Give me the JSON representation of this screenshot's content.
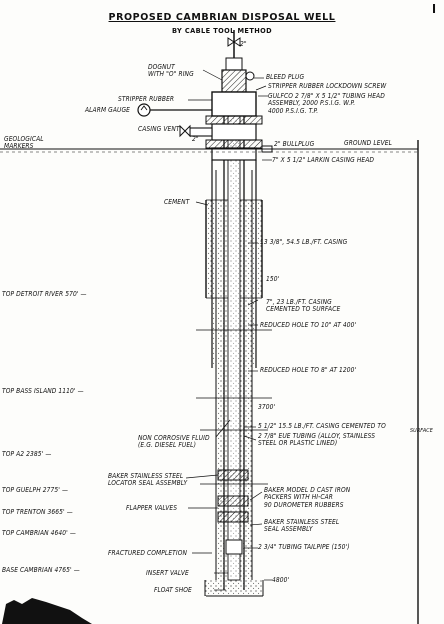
{
  "title": "PROPOSED CAMBRIAN DISPOSAL WELL",
  "subtitle": "BY CABLE TOOL METHOD",
  "page_mark": "I",
  "labels": {
    "top_2in": "2\"",
    "dognut": "DOGNUT\nWITH \"O\" RING",
    "bleed_plug": "BLEED PLUG",
    "stripper_screw": "STRIPPER RUBBER LOCKDOWN SCREW",
    "gulfco": "GULFCO 2 7/8\" X 5 1/2\" TUBING HEAD\nASSEMBLY, 2000 P.S.I.G. W.P.\n4000 P.S.I.G. T.P.",
    "stripper_rubber": "STRIPPER RUBBER",
    "alarm_gauge": "ALARM GAUGE",
    "casing_vent": "CASING VENT",
    "vent_2in": "2\"",
    "geo_markers": "GEOLOGICAL\nMARKERS",
    "bullplug": "2\" BULLPLUG",
    "ground_level": "GROUND LEVEL",
    "larkin": "7\" X 5 1/2\" LARKIN CASING HEAD",
    "cement": "CEMENT",
    "casing_13": "13 3/8\", 54.5 LB./FT. CASING",
    "d150": "150'",
    "casing_7": "7\", 23 LB./FT. CASING\nCEMENTED TO SURFACE",
    "reduced_10": "REDUCED HOLE TO 10\" AT 400'",
    "reduced_8": "REDUCED HOLE TO 8\" AT 1200'",
    "d3700": "3700'",
    "casing_55": "5 1/2\" 15.5 LB./FT. CASING CEMENTED TO",
    "surface": "SURFACE",
    "eue": "2 7/8\" EUE TUBING (ALLOY, STAINLESS\nSTEEL OR PLASTIC LINED)",
    "fluid": "NON CORROSIVE FLUID\n(E.G. DIESEL FUEL)",
    "baker_locator": "BAKER STAINLESS STEEL\nLOCATOR SEAL ASSEMBLY",
    "baker_packers": "BAKER MODEL D CAST IRON\nPACKERS WITH HI-CAR\n90 DUROMETER RUBBERS",
    "flapper": "FLAPPER VALVES",
    "baker_seal": "BAKER STAINLESS STEEL\nSEAL ASSEMBLY",
    "fractured": "FRACTURED COMPLETION",
    "tailpipe": "2 3/4\" TUBING TAILPIPE (150')",
    "insert_valve": "INSERT VALVE",
    "d4800": "4800'",
    "float_shoe": "FLOAT SHOE"
  },
  "formation_tops": [
    {
      "name": "TOP DETROIT RIVER 570' —"
    },
    {
      "name": "TOP BASS ISLAND 1110' —"
    },
    {
      "name": "TOP A2 2385' —"
    },
    {
      "name": "TOP GUELPH 2775' —"
    },
    {
      "name": "TOP TRENTON 3665' —"
    },
    {
      "name": "TOP CAMBRIAN 4640' —"
    },
    {
      "name": "BASE CAMBRIAN 4765' —"
    }
  ]
}
